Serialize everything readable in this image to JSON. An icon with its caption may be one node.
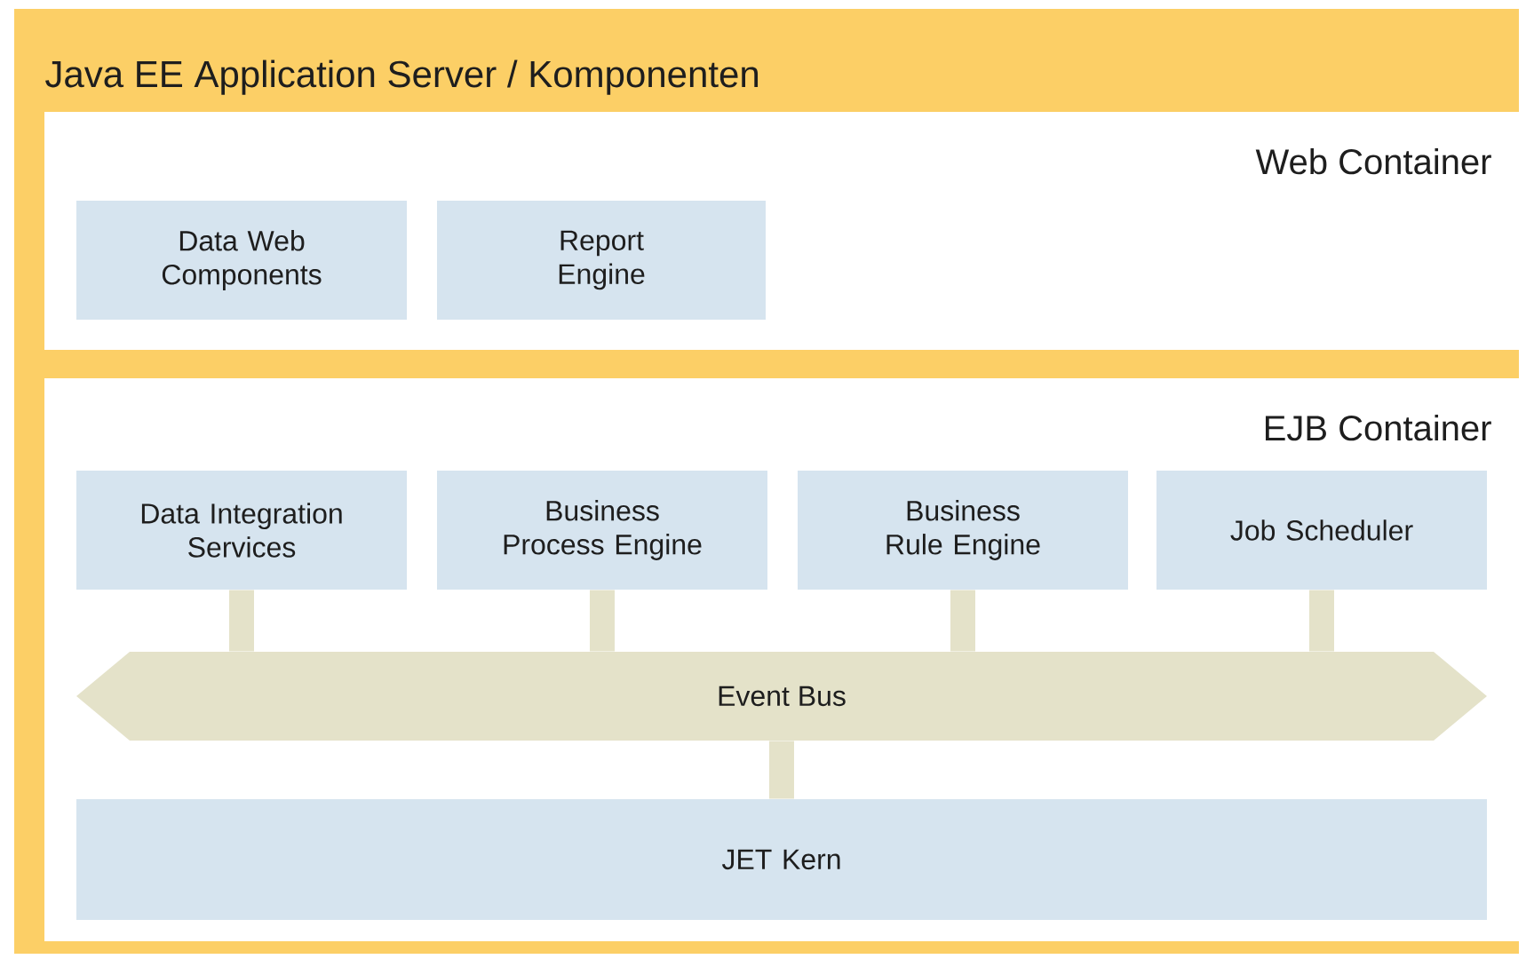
{
  "diagram": {
    "nodes": [
      {
        "text": [
          "Java EE Application Server / Komponenten"
        ]
      },
      {
        "text": [
          "Web Container"
        ],
        "in": 0
      },
      {
        "text": [
          "Data Web Components"
        ],
        "in": 1
      },
      {
        "text": [
          "Report Engine"
        ],
        "in": 1
      },
      {
        "text": [
          "EJB Container"
        ],
        "in": 0
      },
      {
        "text": [
          "Data Integration Services"
        ],
        "in": 4
      },
      {
        "text": [
          "Business Process Engine"
        ],
        "in": 4
      },
      {
        "text": [
          "Business Rule Engine"
        ],
        "in": 4
      },
      {
        "text": [
          "Job Scheduler"
        ],
        "in": 4
      },
      {
        "text": [
          "Event Bus"
        ],
        "in": 4
      },
      {
        "text": [
          "JET Kern"
        ],
        "in": 4
      }
    ],
    "edges": [
      {
        "from": 5,
        "to": 9,
        "arrow": "none"
      },
      {
        "from": 6,
        "to": 9,
        "arrow": "none"
      },
      {
        "from": 7,
        "to": 9,
        "arrow": "none"
      },
      {
        "from": 8,
        "to": 9,
        "arrow": "none"
      },
      {
        "from": 9,
        "to": 10,
        "arrow": "none"
      }
    ]
  }
}
